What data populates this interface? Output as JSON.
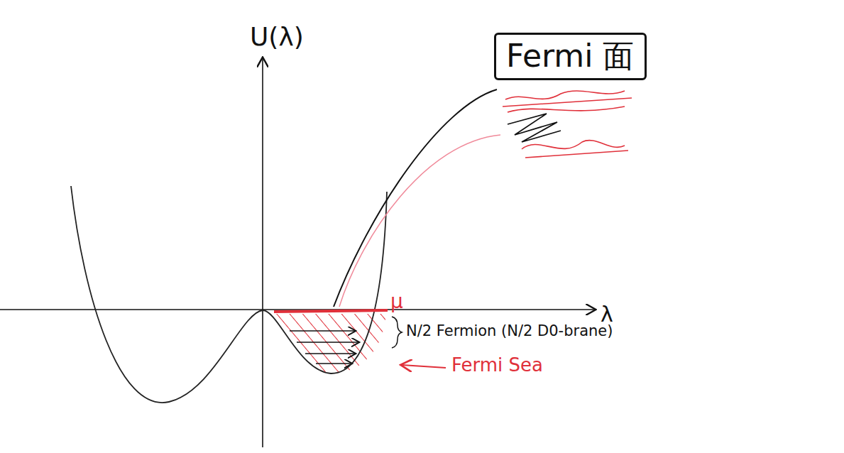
{
  "diagram": {
    "nodes": [
      {
        "text": [
          "Fermi 面"
        ]
      }
    ],
    "labels": [
      "U(λ)",
      "λ",
      "μ",
      "N/2 Fermion (N/2 D0-brane)",
      "Fermi Sea"
    ]
  }
}
